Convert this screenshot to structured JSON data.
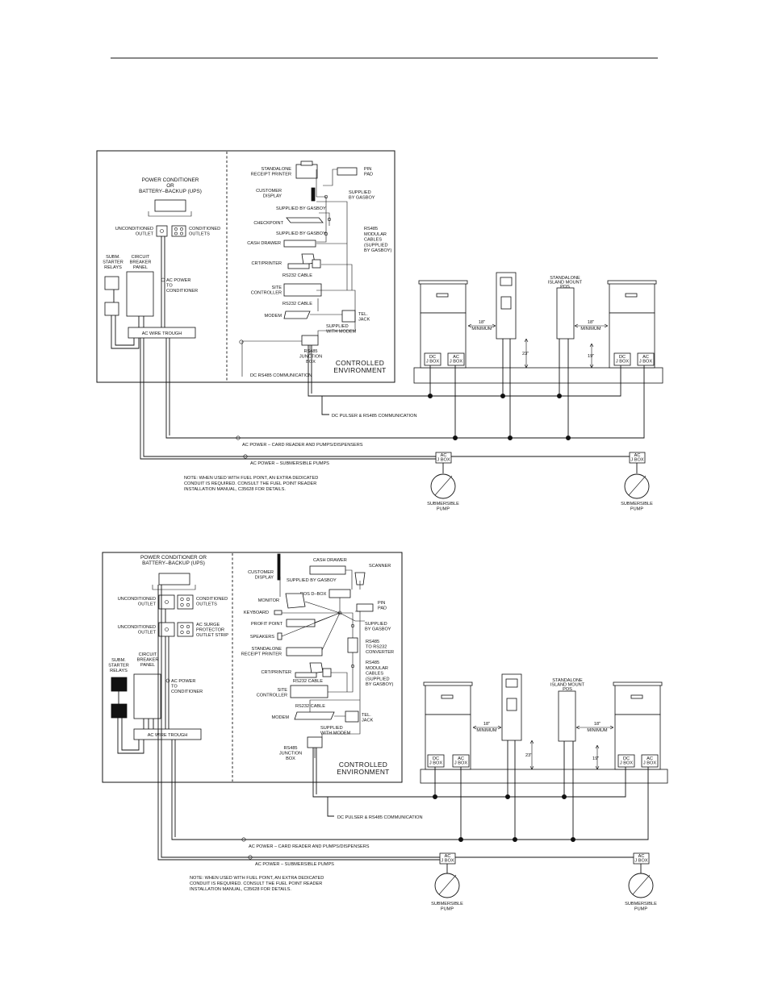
{
  "page": {
    "header_rule": true
  },
  "diagram1": {
    "labels": {
      "power_conditioner": [
        "POWER CONDITIONER",
        "OR",
        "BATTERY–BACKUP (UPS)"
      ],
      "unconditioned_outlet": [
        "UNCONDITIONED",
        "OUTLET"
      ],
      "conditioned_outlets": [
        "CONDITIONED",
        "OUTLETS"
      ],
      "subm_starter_relays": [
        "SUBM.",
        "STARTER",
        "RELAYS"
      ],
      "circuit_breaker_panel": [
        "CIRCUIT",
        "BREAKER",
        "PANEL"
      ],
      "ac_power_to_conditioner": [
        "AC POWER",
        "TO",
        "CONDITIONER"
      ],
      "ac_wire_trough": "AC WIRE TROUGH",
      "standalone_receipt_printer": [
        "STANDALONE",
        "RECEIPT PRINTER"
      ],
      "pin_pad": [
        "PIN",
        "PAD"
      ],
      "customer_display": [
        "CUSTOMER",
        "DISPLAY"
      ],
      "supplied_by_gasboy_right": [
        "SUPPLIED",
        "BY GASBOY"
      ],
      "supplied_by_gasboy_1": "SUPPLIED BY GASBOY",
      "checkpoint": "CHECKPOINT",
      "supplied_by_gasboy_2": "SUPPLIED BY GASBOY",
      "rs485_modular": [
        "RS485",
        "MODULAR",
        "CABLES",
        "(SUPPLIED",
        "BY GASBOY)"
      ],
      "cash_drawer": "CASH DRAWER",
      "crt_printer": "CRT/PRINTER",
      "rs232_cable_1": "RS232 CABLE",
      "site_controller": [
        "SITE",
        "CONTROLLER"
      ],
      "rs232_cable_2": "RS232 CABLE",
      "modem": "MODEM",
      "tel_jack": [
        "TEL.",
        "JACK"
      ],
      "supplied_with_modem": [
        "SUPPLIED",
        "WITH MODEM"
      ],
      "rs485_junction_box": [
        "RS485",
        "JUNCTION",
        "BOX"
      ],
      "controlled_environment": [
        "CONTROLLED",
        "ENVIRONMENT"
      ],
      "dc_rs485_comm": "DC RS485 COMMUNICATION",
      "dc_pulser": "DC PULSER & RS485 COMMUNICATION",
      "ac_power_card": "AC POWER – CARD READER AND PUMPS/DISPENSERS",
      "ac_power_subm": "AC POWER – SUBMERSIBLE PUMPS",
      "note": [
        "NOTE:   WHEN USED WITH FUEL POINT, AN EXTRA DEDICATED",
        "CONDUIT IS REQUIRED.  CONSULT THE FUEL POINT READER",
        "INSTALLATION MANUAL, C35628 FOR DETAILS."
      ],
      "standalone_island_mount": [
        "STANDALONE",
        "ISLAND MOUNT",
        "POS"
      ],
      "min18_left": [
        "18\"",
        "MINIMUM"
      ],
      "min18_right": [
        "18\"",
        "MINIMUM"
      ],
      "h23": "23\"",
      "h19": "19\"",
      "dc_jbox": [
        "DC",
        "J BOX"
      ],
      "ac_jbox": [
        "AC",
        "J BOX"
      ],
      "ac_jbox_small": [
        "AC",
        "J BOX"
      ],
      "submersible_pump": [
        "SUBMERSIBLE",
        "PUMP"
      ]
    }
  },
  "diagram2": {
    "labels": {
      "power_conditioner": [
        "POWER CONDITIONER OR",
        "BATTERY–BACKUP (UPS)"
      ],
      "unconditioned_outlet": [
        "UNCONDITIONED",
        "OUTLET"
      ],
      "conditioned_outlets": [
        "CONDITIONED",
        "OUTLETS"
      ],
      "unconditioned_outlet_2": [
        "UNCONDITIONED",
        "OUTLET"
      ],
      "ac_surge": [
        "AC SURGE",
        "PROTECTOR",
        "OUTLET STRIP"
      ],
      "subm_starter_relays": [
        "SUBM.",
        "STARTER",
        "RELAYS"
      ],
      "circuit_breaker_panel": [
        "CIRCUIT",
        "BREAKER",
        "PANEL"
      ],
      "ac_power_to_conditioner": [
        "AC POWER",
        "TO",
        "CONDITIONER"
      ],
      "ac_wire_trough": "AC WIRE TROUGH",
      "cash_drawer": "CASH DRAWER",
      "scanner": "SCANNER",
      "customer_display": [
        "CUSTOMER",
        "DISPLAY"
      ],
      "supplied_by_gasboy_1": "SUPPLIED BY GASBOY",
      "pos_dbox": "POS D–BOX",
      "monitor": "MONITOR",
      "pin_pad": [
        "PIN",
        "PAD"
      ],
      "keyboard": "KEYBOARD",
      "profit_point": "PROFIT POINT",
      "supplied_by_gasboy_right": [
        "SUPPLIED",
        "BY GASBOY"
      ],
      "speakers": "SPEAKERS",
      "standalone_receipt_printer": [
        "STANDALONE",
        "RECEIPT PRINTER"
      ],
      "rs485_to_rs232": [
        "RS485",
        "TO RS232",
        "CONVERTER"
      ],
      "crt_printer": "CRT/PRINTER",
      "rs485_modular": [
        "RS485",
        "MODULAR",
        "CABLES",
        "(SUPPLIED",
        "BY GASBOY)"
      ],
      "rs232_cable_1": "RS232 CABLE",
      "site_controller": [
        "SITE",
        "CONTROLLER"
      ],
      "rs232_cable_2": "RS232 CABLE",
      "modem": "MODEM",
      "tel_jack": [
        "TEL.",
        "JACK"
      ],
      "supplied_with_modem": [
        "SUPPLIED",
        "WITH MODEM"
      ],
      "rs485_junction_box": [
        "RS485",
        "JUNCTION",
        "BOX"
      ],
      "controlled_environment": [
        "CONTROLLED",
        "ENVIRONMENT"
      ],
      "dc_pulser": "DC PULSER & RS485 COMMUNICATION",
      "ac_power_card": "AC POWER – CARD READER AND PUMPS/DISPENSERS",
      "ac_power_subm": "AC POWER – SUBMERSIBLE PUMPS",
      "note": [
        "NOTE:   WHEN USED WITH FUEL POINT, AN EXTRA DEDICATED",
        "CONDUIT IS REQUIRED.  CONSULT THE FUEL POINT READER",
        "INSTALLATION MANUAL, C35628 FOR DETAILS."
      ],
      "standalone_island_mount": [
        "STANDALONE",
        "ISLAND MOUNT",
        "POS"
      ],
      "min18_left": [
        "18\"",
        "MINIMUM"
      ],
      "min18_right": [
        "18\"",
        "MINIMUM"
      ],
      "h23": "23\"",
      "h19": "19\"",
      "dc_jbox": [
        "DC",
        "J BOX"
      ],
      "ac_jbox": [
        "AC",
        "J BOX"
      ],
      "ac_jbox_small": [
        "AC",
        "J BOX"
      ],
      "submersible_pump": [
        "SUBMERSIBLE",
        "PUMP"
      ]
    }
  }
}
